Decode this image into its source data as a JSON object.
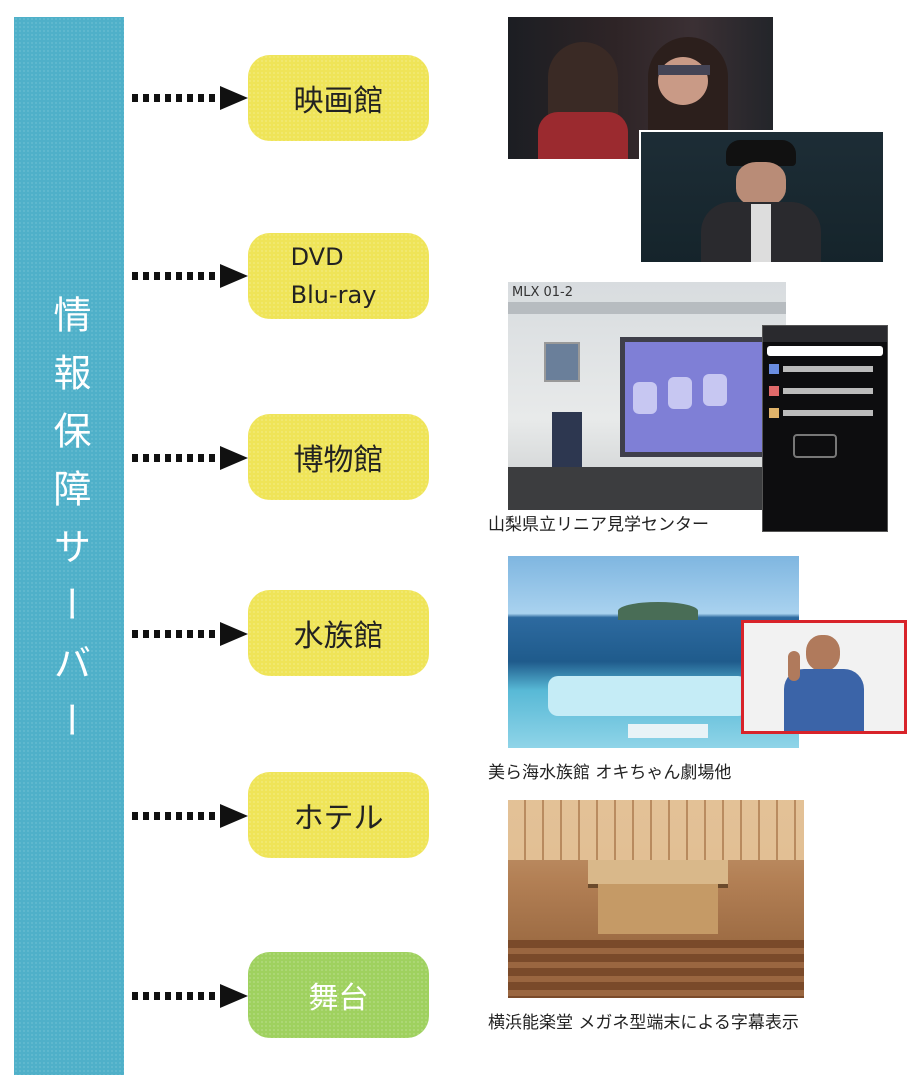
{
  "server_label": "情報保障サーバー",
  "destinations": [
    {
      "label": "映画館"
    },
    {
      "label_line1": "DVD",
      "label_line2": "Blu-ray"
    },
    {
      "label": "博物館"
    },
    {
      "label": "水族館"
    },
    {
      "label": "ホテル"
    },
    {
      "label": "舞台"
    }
  ],
  "photos": {
    "museum_sign": "MLX 01-2",
    "museum_caption": "山梨県立リニア見学センター",
    "aquarium_caption": "美ら海水族館 オキちゃん劇場他",
    "theater_caption": "横浜能楽堂 メガネ型端末による字幕表示"
  },
  "colors": {
    "server_bar": "#4fb0c9",
    "box_yellow": "#efe458",
    "box_green": "#9fd15f",
    "video_frame": "#d8232a"
  }
}
